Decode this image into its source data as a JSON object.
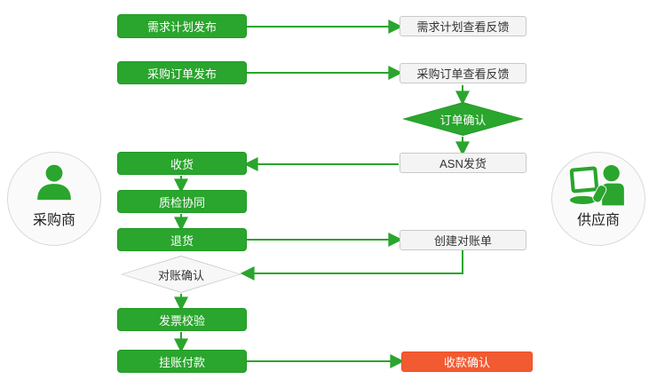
{
  "actors": {
    "buyer": "采购商",
    "supplier": "供应商"
  },
  "nodes": {
    "buyer": {
      "demand_plan_publish": "需求计划发布",
      "purchase_order_publish": "采购订单发布",
      "receive_goods": "收货",
      "quality_collaboration": "质检协同",
      "return_goods": "退货",
      "reconciliation_confirm": "对账确认",
      "invoice_verification": "发票校验",
      "account_payment": "挂账付款"
    },
    "supplier": {
      "demand_plan_feedback": "需求计划查看反馈",
      "purchase_order_feedback": "采购订单查看反馈",
      "order_confirm": "订单确认",
      "asn_shipping": "ASN发货",
      "create_reconciliation": "创建对账单",
      "payment_confirm": "收款确认"
    }
  },
  "colors": {
    "green": "#2aa52d",
    "green_border": "#1f9a23",
    "arrow": "#2aa52d",
    "red": "#f25b32",
    "red_border": "#ee4e26",
    "box_bg": "#f4f4f4",
    "box_border": "#c9c9c9",
    "diamond_bg": "#f7f7f7",
    "circle_bg": "#fafafa",
    "circle_border": "#d9d9d9",
    "text_light": "#ffffff",
    "text_dark": "#333333"
  }
}
